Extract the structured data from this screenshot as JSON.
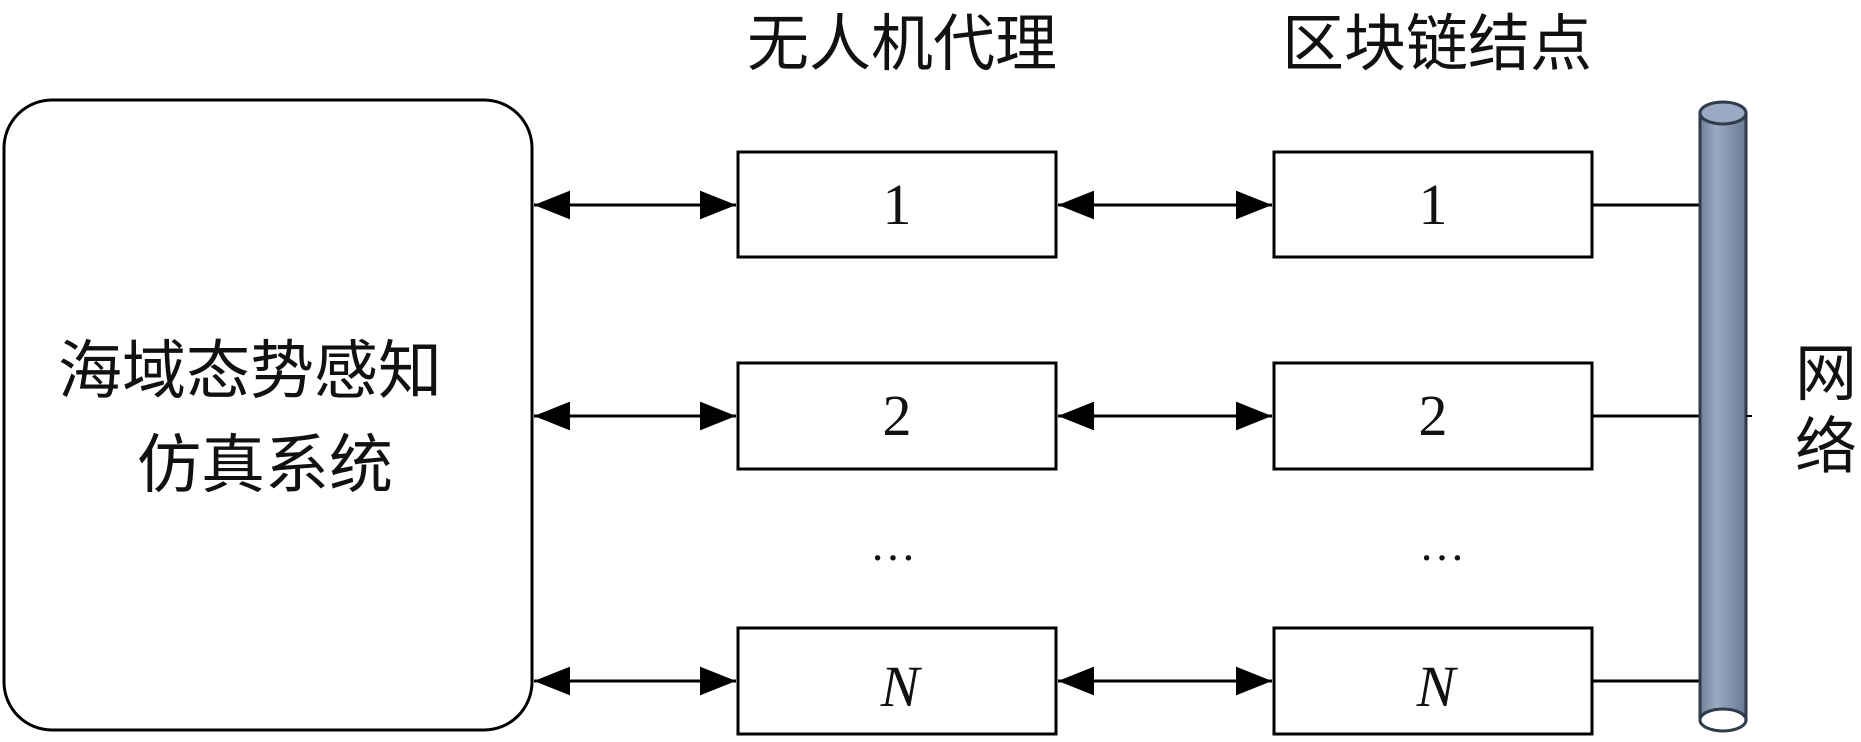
{
  "system": {
    "line1": "海域态势感知",
    "line2": "仿真系统"
  },
  "columns": {
    "agents_title": "无人机代理",
    "nodes_title": "区块链结点"
  },
  "agents": [
    "1",
    "2",
    "…",
    "N"
  ],
  "nodes": [
    "1",
    "2",
    "…",
    "N"
  ],
  "network": {
    "line1": "网",
    "line2": "络"
  },
  "colors": {
    "stroke": "#000000",
    "pipe_fill": "#8497b0",
    "pipe_stroke": "#2f3a4a",
    "background": "#ffffff"
  }
}
